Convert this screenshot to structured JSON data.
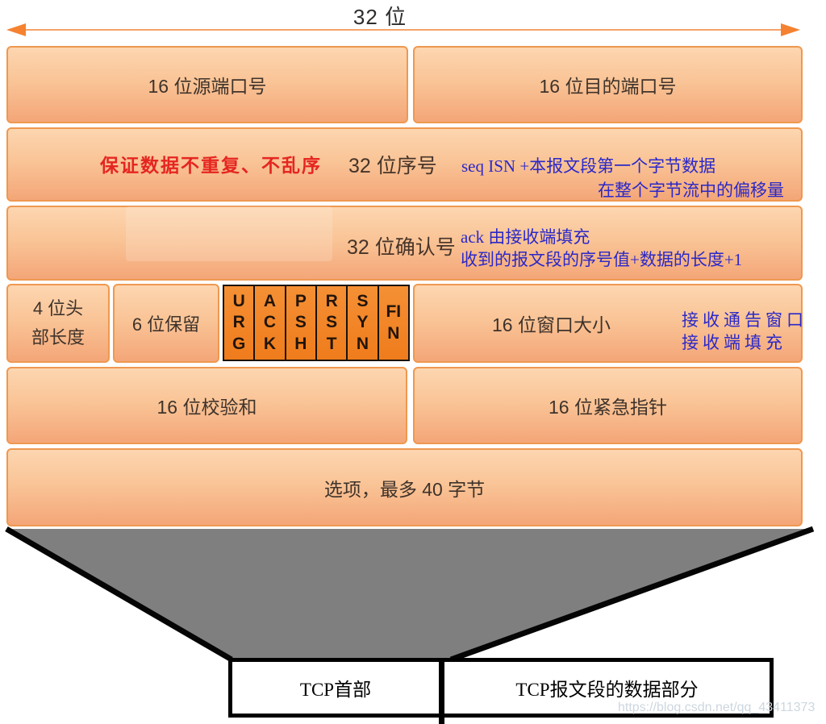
{
  "title": "32 位",
  "header_fields": {
    "src_port": "16 位源端口号",
    "dst_port": "16 位目的端口号",
    "seq_red_note": "保证数据不重复、不乱序",
    "seq_label": "32 位序号",
    "seq_blue_line1": "seq ISN +本报文段第一个字节数据",
    "seq_blue_line2": "在整个字节流中的偏移量",
    "ack_label": "32 位确认号",
    "ack_blue_line1": "ack 由接收端填充",
    "ack_blue_line2": "收到的报文段的序号值+数据的长度+1",
    "header_len_line1": "4 位头",
    "header_len_line2": "部长度",
    "reserved": "6 位保留",
    "flags": [
      "URG",
      "ACK",
      "PSH",
      "RST",
      "SYN",
      "FIN"
    ],
    "window_label": "16 位窗口大小",
    "window_blue_line1": "接收通告窗口",
    "window_blue_line2": "接收端填充",
    "checksum": "16 位校验和",
    "urgent_pointer": "16 位紧急指针",
    "options": "选项，最多 40 字节"
  },
  "footer": {
    "tcp_header": "TCP首部",
    "tcp_data": "TCP报文段的数据部分"
  },
  "watermark": "https://blog.csdn.net/qq_43411373",
  "colors": {
    "box_fill_top": "#fdd6b0",
    "box_fill_bottom": "#f4a678",
    "box_border": "#ef9850",
    "flag_fill": "#f28022",
    "arrow_orange": "#f58230",
    "red_note": "#e52620",
    "blue_note": "#2b28c8",
    "label_text": "#3f332b",
    "funnel_gray": "#7f7f7f"
  }
}
